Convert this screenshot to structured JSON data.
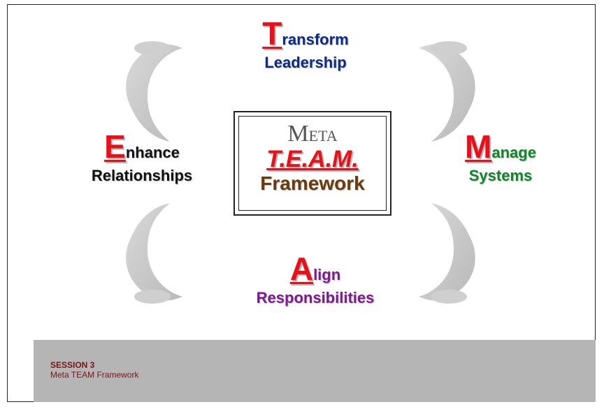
{
  "quadrants": {
    "top": {
      "letter": "T",
      "rest": "ransform",
      "line2": "Leadership"
    },
    "left": {
      "letter": "E",
      "rest": "nhance",
      "line2": "Relationships"
    },
    "right": {
      "letter": "M",
      "rest": "anage",
      "line2": "Systems"
    },
    "bottom": {
      "letter": "A",
      "rest": "lign",
      "line2": "Responsibilities"
    }
  },
  "center": {
    "meta_first": "M",
    "meta_rest": "ETA",
    "team": "T.E.A.M.",
    "framework": "Framework"
  },
  "footer": {
    "session": "SESSION 3",
    "subtitle": "Meta TEAM Framework"
  },
  "colors": {
    "accent": "#e8101a",
    "top": "#0b2a8a",
    "left": "#111111",
    "right": "#12862a",
    "bottom": "#7e1b8e",
    "framework": "#6b3b0e",
    "arrow": "#c4c4c4",
    "footer_bg": "#b5b5b5"
  }
}
